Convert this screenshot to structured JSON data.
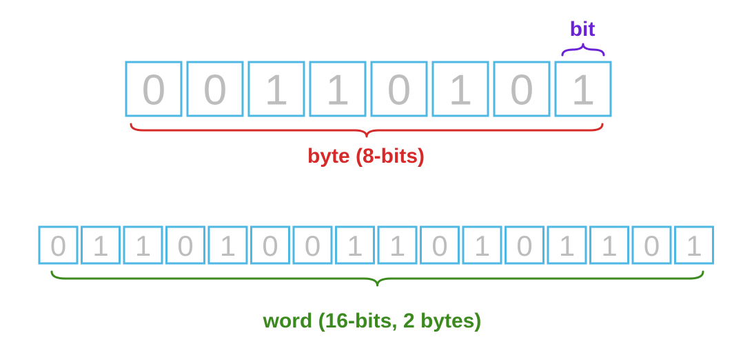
{
  "colors": {
    "cell_border": "#4fb7e3",
    "cell_text": "#bdbdbd",
    "bit": "#6a22d6",
    "byte": "#d62a2a",
    "word": "#3c8a1f"
  },
  "byte_row": {
    "bits": [
      "0",
      "0",
      "1",
      "1",
      "0",
      "1",
      "0",
      "1"
    ],
    "label": "byte (8-bits)"
  },
  "bit_annotation": {
    "label": "bit"
  },
  "word_row": {
    "bits": [
      "0",
      "1",
      "1",
      "0",
      "1",
      "0",
      "0",
      "1",
      "1",
      "0",
      "1",
      "0",
      "1",
      "1",
      "0",
      "1"
    ],
    "label": "word (16-bits,  2 bytes)"
  }
}
